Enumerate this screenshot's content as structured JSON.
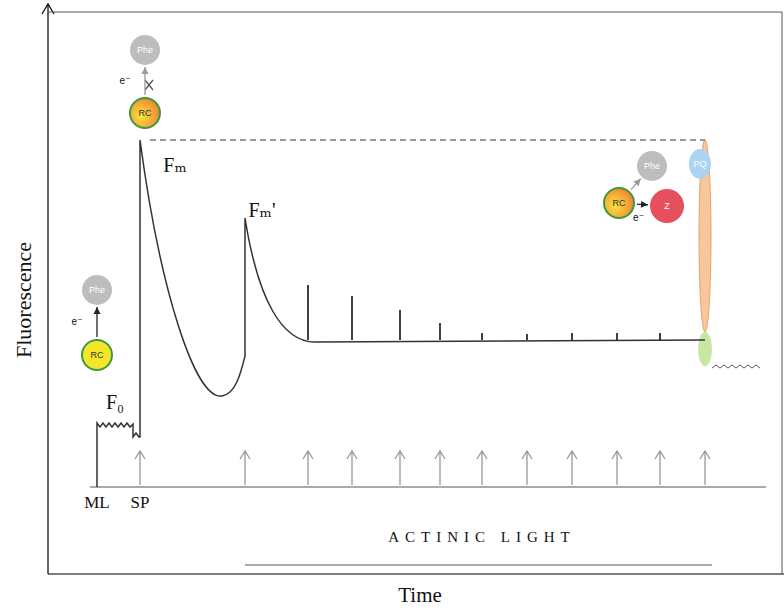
{
  "diagram": {
    "nodes": [
      {
        "text": [
          "Phe"
        ]
      },
      {
        "text": [
          "RC"
        ]
      },
      {
        "text": [
          "Phe"
        ]
      },
      {
        "text": [
          "RC"
        ]
      },
      {
        "text": [
          "Phe"
        ]
      },
      {
        "text": [
          "PQ"
        ]
      },
      {
        "text": [
          "RC"
        ]
      },
      {
        "text": [
          "Z"
        ]
      }
    ],
    "edges": [
      {
        "from": 1,
        "to": 0,
        "label": "e⁻",
        "arrow": "to"
      },
      {
        "from": 3,
        "to": 2,
        "label": "e⁻",
        "arrow": "to"
      },
      {
        "from": 6,
        "to": 4,
        "arrow": "to"
      },
      {
        "from": 6,
        "to": 7,
        "label": "e⁻",
        "arrow": "to"
      }
    ],
    "labels": [
      "Fluorescence",
      "Time",
      "F₀",
      "Fₘ",
      "Fₘ'",
      "ML",
      "SP",
      "ACTINIC LIGHT"
    ]
  }
}
